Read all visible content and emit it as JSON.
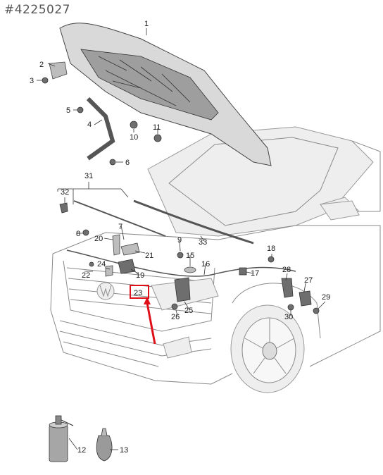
{
  "reference_id": "#4225027",
  "callouts": [
    {
      "key": "c1",
      "label": "1"
    },
    {
      "key": "c2",
      "label": "2"
    },
    {
      "key": "c3",
      "label": "3"
    },
    {
      "key": "c4",
      "label": "4"
    },
    {
      "key": "c5",
      "label": "5"
    },
    {
      "key": "c6",
      "label": "6"
    },
    {
      "key": "c7",
      "label": "7"
    },
    {
      "key": "c8",
      "label": "8"
    },
    {
      "key": "c9",
      "label": "9"
    },
    {
      "key": "c10",
      "label": "10"
    },
    {
      "key": "c11",
      "label": "11"
    },
    {
      "key": "c12",
      "label": "12"
    },
    {
      "key": "c13",
      "label": "13"
    },
    {
      "key": "c15",
      "label": "15"
    },
    {
      "key": "c16",
      "label": "16"
    },
    {
      "key": "c17",
      "label": "17"
    },
    {
      "key": "c18",
      "label": "18"
    },
    {
      "key": "c19",
      "label": "19"
    },
    {
      "key": "c20",
      "label": "20"
    },
    {
      "key": "c21",
      "label": "21"
    },
    {
      "key": "c22",
      "label": "22"
    },
    {
      "key": "c23",
      "label": "23"
    },
    {
      "key": "c24",
      "label": "24"
    },
    {
      "key": "c25",
      "label": "25"
    },
    {
      "key": "c26",
      "label": "26"
    },
    {
      "key": "c27",
      "label": "27"
    },
    {
      "key": "c28",
      "label": "28"
    },
    {
      "key": "c29",
      "label": "29"
    },
    {
      "key": "c30",
      "label": "30"
    },
    {
      "key": "c31",
      "label": "31"
    },
    {
      "key": "c32",
      "label": "32"
    },
    {
      "key": "c33",
      "label": "33"
    }
  ],
  "highlight": {
    "label": "23",
    "color": "#e0101a"
  },
  "colors": {
    "highlight": "#e0101a",
    "lines": "#333333",
    "car_outline": "#8a8a8a"
  }
}
